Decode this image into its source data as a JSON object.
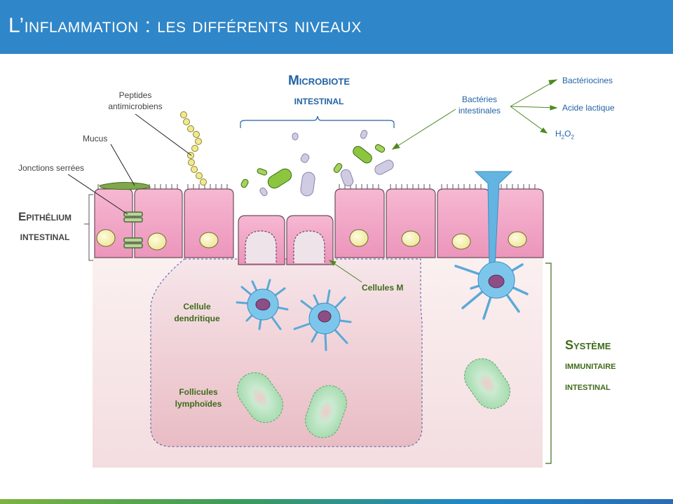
{
  "title": "L’inflammation : les différents niveaux",
  "labels": {
    "peptides_line1": "Peptides",
    "peptides_line2": "antimicrobiens",
    "mucus": "Mucus",
    "jonctions": "Jonctions serrées",
    "epithelium_line1": "Epithélium",
    "epithelium_line2": "intestinal",
    "microbiote_line1": "Microbiote",
    "microbiote_line2": "intestinal",
    "bacteries_line1": "Bactéries",
    "bacteries_line2": "intestinales",
    "bacteriocines": "Bactériocines",
    "acide_lactique": "Acide lactique",
    "h2o2_h": "H",
    "h2o2_2a": "2",
    "h2o2_o": "O",
    "h2o2_2b": "2",
    "cellules_m": "Cellules M",
    "cellule_dendritique_line1": "Cellule",
    "cellule_dendritique_line2": "dendritique",
    "follicules_line1": "Follicules",
    "follicules_line2": "lymphoïdes",
    "systeme_line1": "Système",
    "systeme_line2": "immunitaire",
    "systeme_line3": "intestinal"
  },
  "colors": {
    "header": "#2f86c8",
    "epithelium_cell": "#f2a9c8",
    "nucleus": "#f6f2b8",
    "dendritic": "#63b4e0",
    "follicle": "#a8dcae",
    "green_label": "#3e6b1a",
    "blue_label": "#2463a6"
  }
}
